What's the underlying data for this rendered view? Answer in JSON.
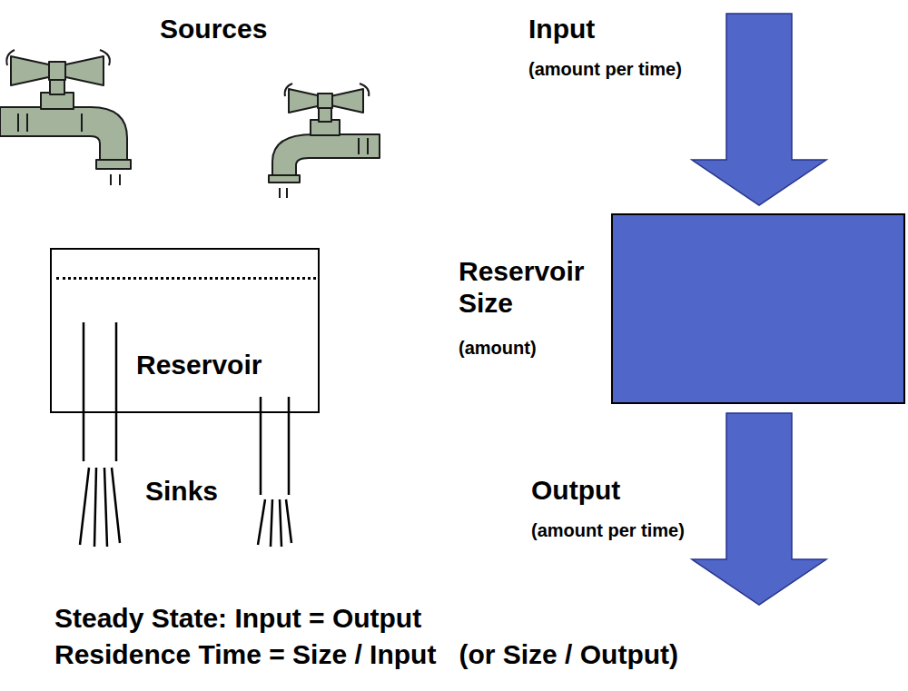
{
  "diagram": {
    "nodes": [
      {
        "text": [
          "Reservoir"
        ]
      },
      {
        "text": [
          "Reservoir Size",
          "(amount)"
        ]
      }
    ],
    "labels": [
      "Sources",
      "Sinks",
      "Input",
      "(amount per time)",
      "Output",
      "(amount per time)",
      "Steady State: Input = Output",
      "Residence Time = Size / Input   (or Size / Output)"
    ]
  }
}
